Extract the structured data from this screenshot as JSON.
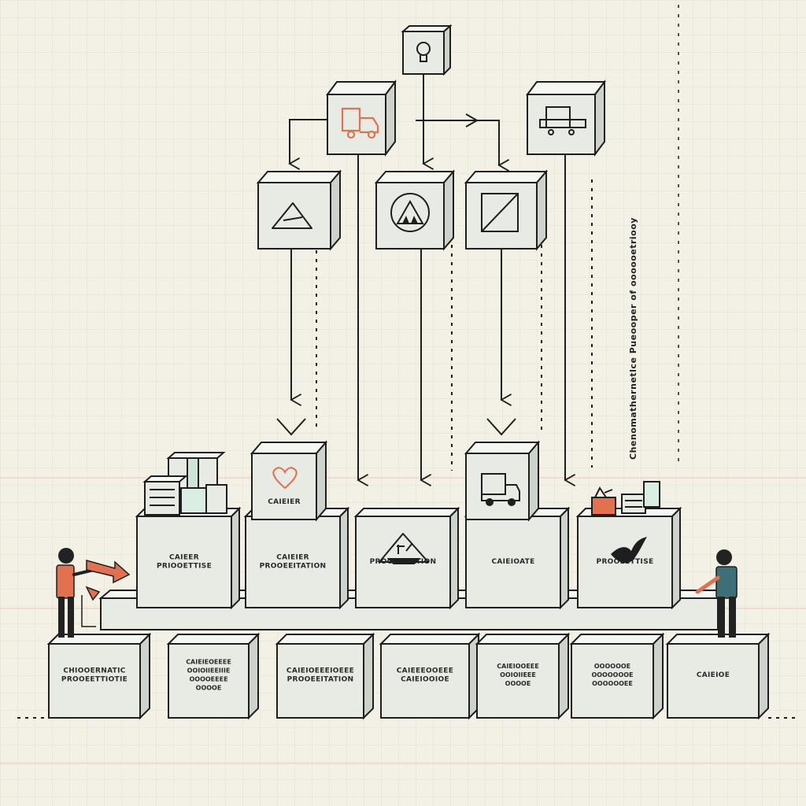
{
  "colors": {
    "background": "#f3f1e6",
    "grid": "#e3e0d2",
    "ink": "#1e1e1e",
    "box_face": "#e7ebe4",
    "box_top": "#f4f6f2",
    "box_side": "#cdd3cb",
    "accent": "#e2714f",
    "person_teal": "#3d6f77",
    "person_skin": "#222222"
  },
  "icons": {
    "top": "lightbulb-icon",
    "level1": [
      "truck-icon",
      "cargo-truck-icon"
    ],
    "level2": [
      "warning-triangle-icon",
      "hazard-triangle-icon",
      "diagonal-slash-icon"
    ],
    "inbox": [
      "heart-icon",
      "delivery-truck-icon"
    ],
    "platforms": [
      "stacked-boxes-icon",
      "ship-icon",
      "bird-icon",
      "toolbox-icon"
    ]
  },
  "side_caption": "Chenomathernetlce Pueooper of oooooetriooy",
  "inbox_labels": [
    "CAIEIER",
    ""
  ],
  "platforms": [
    {
      "lines": [
        "CAIEER",
        "PRIOOETTISE"
      ]
    },
    {
      "lines": [
        "CAIEIER",
        "PROOEEITATION"
      ]
    },
    {
      "lines": [
        "PROOEEITATION"
      ]
    },
    {
      "lines": [
        "CAIEIOATE"
      ]
    },
    {
      "lines": [
        "PROOEETTISE"
      ]
    }
  ],
  "bottom_boxes": [
    {
      "lines": [
        "CHIOOERNATIC",
        "PROOEETTIOTIE"
      ]
    },
    {
      "lines": [
        "CAIEIEOEEEE",
        "OOIOIIEEIIIE",
        "OOOOEEEE",
        "OOOOE"
      ]
    },
    {
      "lines": [
        "CAIEIOEEEIOEEE",
        "PROOEEITATION"
      ]
    },
    {
      "lines": [
        "CAIEEEOOEEE",
        "CAIEIOOIOE"
      ]
    },
    {
      "lines": [
        "CAIEIOOEEE",
        "OOIOIIEEE",
        "OOOOE"
      ]
    },
    {
      "lines": [
        "OOOOOOE",
        "OOOOOOOE",
        "OOOOOOEE"
      ]
    },
    {
      "lines": [
        "CAIEIOE"
      ]
    }
  ]
}
